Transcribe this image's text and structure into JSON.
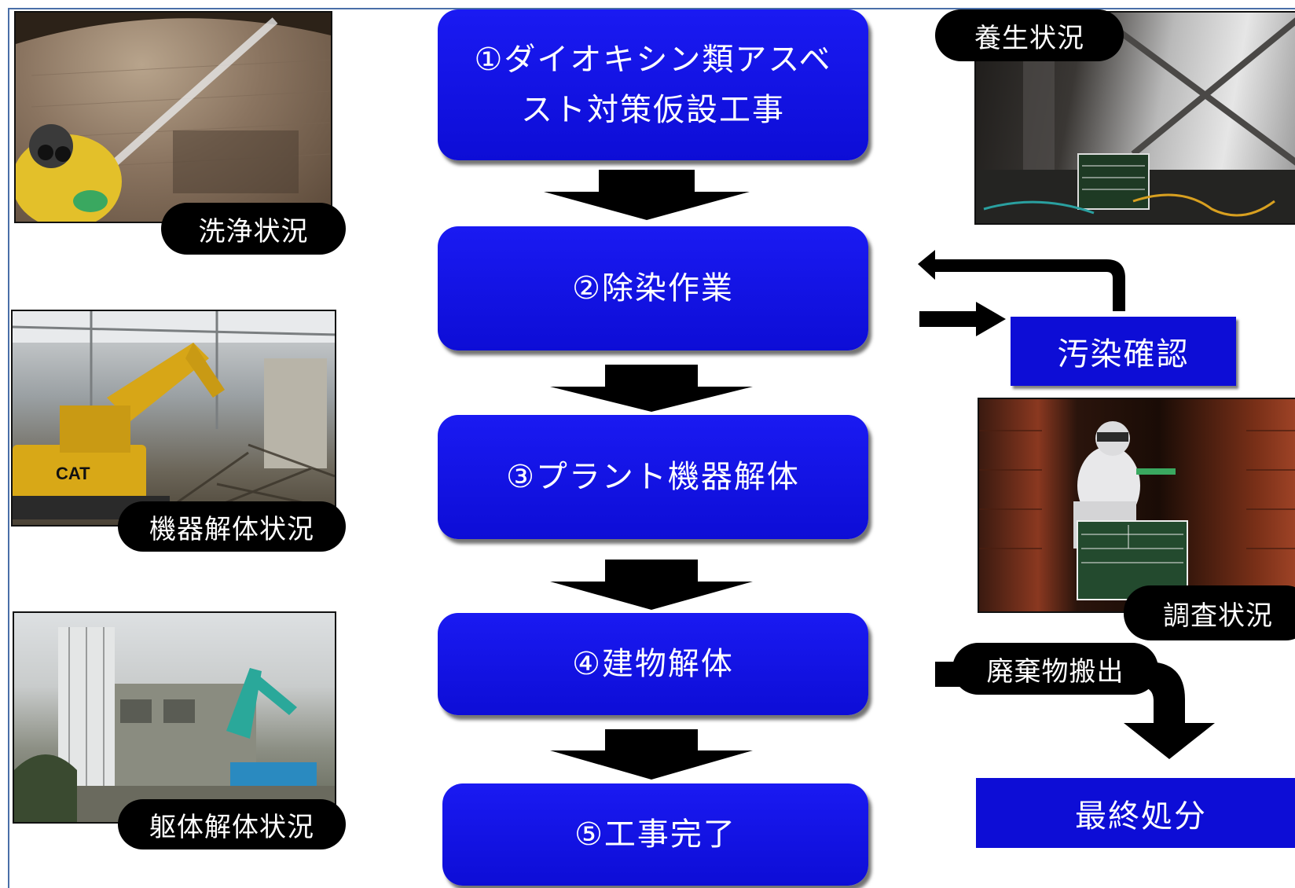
{
  "steps": [
    "①ダイオキシン類アスベスト対策仮設工事",
    "②除染作業",
    "③プラント機器解体",
    "④建物解体",
    "⑤工事完了"
  ],
  "side_boxes": {
    "contamination_check": "汚染確認",
    "final_disposal": "最終処分"
  },
  "captions": {
    "wash": "洗浄状況",
    "machine_demolition": "機器解体状況",
    "body_demolition": "躯体解体状況",
    "curing": "養生状況",
    "survey": "調査状況",
    "waste_removal": "廃棄物搬出"
  },
  "colors": {
    "step_fill": "#0d0dd6",
    "arrow": "#000000",
    "caption_bg": "#000000"
  }
}
